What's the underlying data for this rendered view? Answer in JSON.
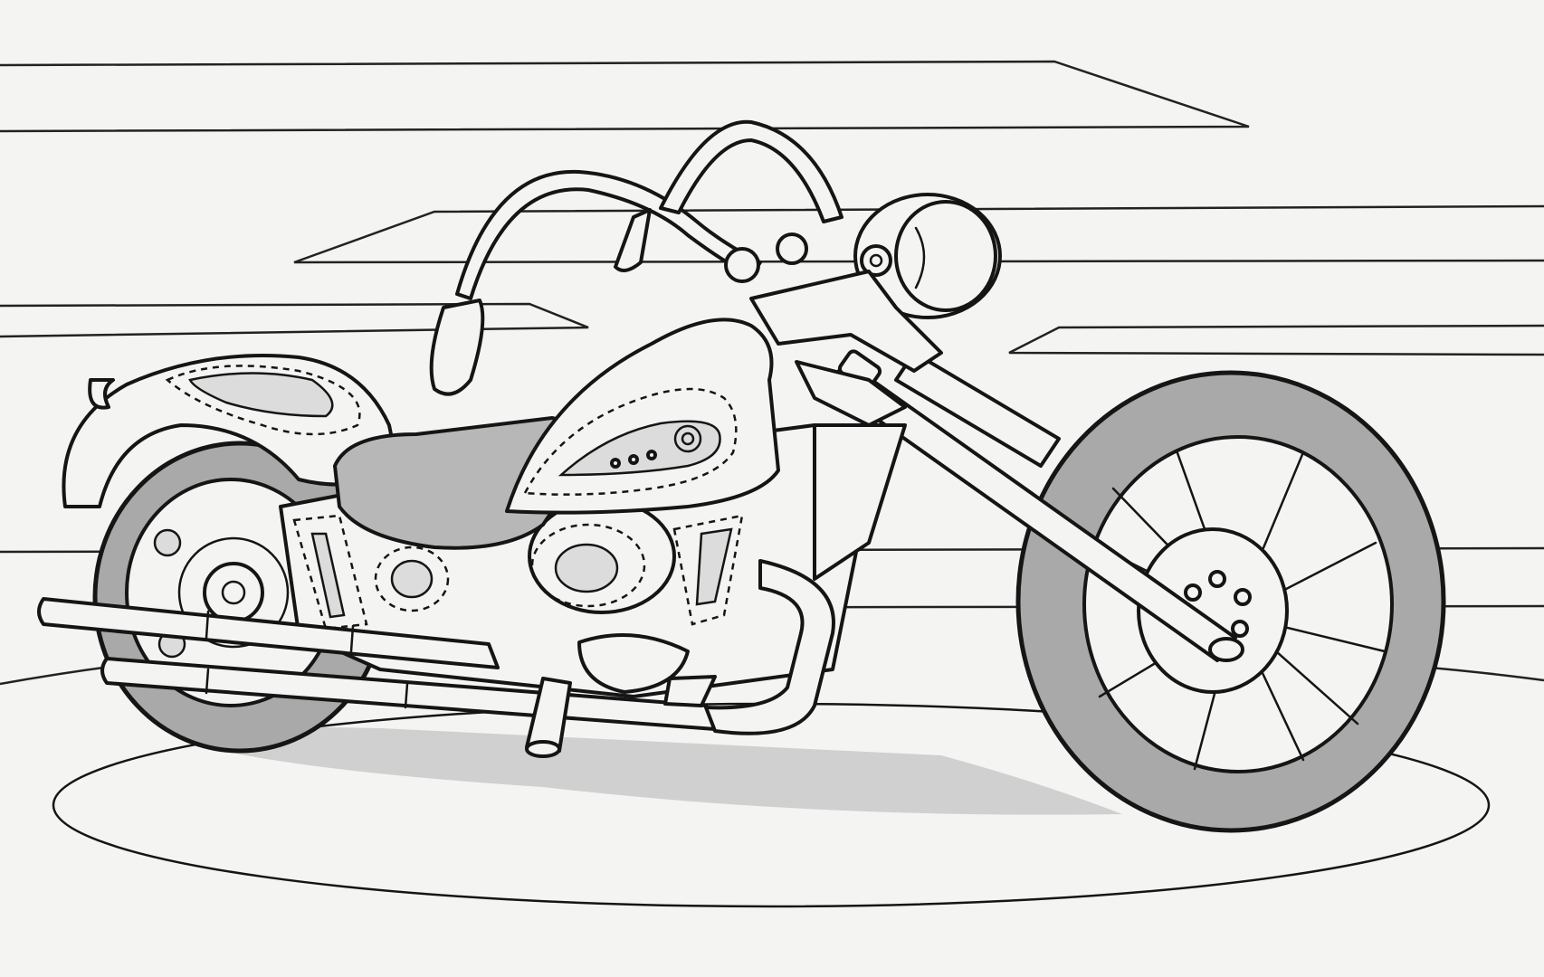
{
  "page": {
    "background_color": "#f4f4f2",
    "ink_color": "#151515",
    "shade_color": "#a9a9a9"
  },
  "illustration": {
    "subject": "motorcycle-icon",
    "elements": [
      "speed-lines",
      "floor-ellipse",
      "rear-wheel",
      "front-wheel",
      "handlebars",
      "headlight",
      "fuel-tank",
      "seat",
      "rear-fender",
      "engine",
      "exhaust-pipes",
      "front-fork",
      "footpeg"
    ]
  }
}
